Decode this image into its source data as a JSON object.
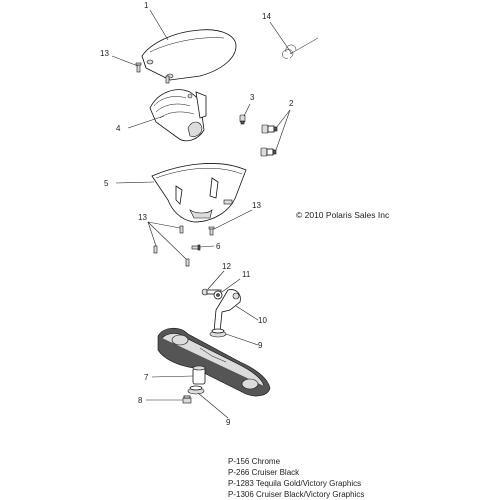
{
  "callouts": {
    "c1": "1",
    "c2": "2",
    "c3": "3",
    "c4": "4",
    "c5": "5",
    "c6": "6",
    "c7": "7",
    "c8": "8",
    "c9a": "9",
    "c9b": "9",
    "c10": "10",
    "c11": "11",
    "c12": "12",
    "c13a": "13",
    "c13b": "13",
    "c13c": "13",
    "c14": "14"
  },
  "copyright": "© 2010 Polaris Sales Inc",
  "legend": [
    "P-156  Chrome",
    "P-266  Cruiser Black",
    "P-1283 Tequila Gold/Victory Graphics",
    "P-1306 Cruiser Black/Victory Graphics"
  ]
}
